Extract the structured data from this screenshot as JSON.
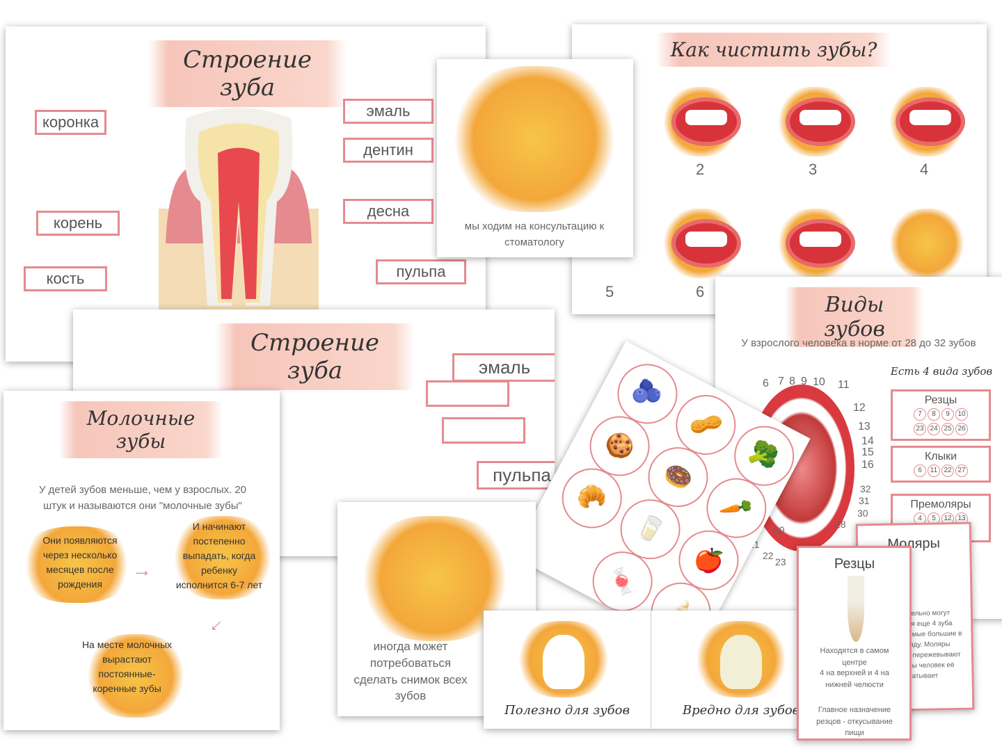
{
  "structure_card": {
    "title": "Строение зуба",
    "labels": {
      "crown": "коронка",
      "root": "корень",
      "bone": "кость",
      "enamel": "эмаль",
      "dentin": "дентин",
      "gum": "десна",
      "pulp": "пульпа"
    }
  },
  "brushing_card": {
    "title": "Как чистить зубы?",
    "steps": [
      "2",
      "3",
      "4",
      "5",
      "6"
    ]
  },
  "dentist_card": {
    "caption": "мы ходим  на консультацию к стоматологу"
  },
  "structure_card_2": {
    "title": "Строение зуба",
    "labels": {
      "enamel": "эмаль",
      "pulp": "пульпа"
    }
  },
  "types_card": {
    "title": "Виды зубов",
    "subtitle": "У взрослого человека в норме  от 28 до 32 зубов",
    "heading": "Есть 4 вида зубов",
    "tooth_numbers": [
      "6",
      "7",
      "8",
      "9",
      "10",
      "11",
      "12",
      "13",
      "14",
      "15",
      "16",
      "32",
      "31",
      "30",
      "28",
      "20",
      "21",
      "22",
      "23"
    ],
    "types": [
      {
        "name": "Резцы",
        "numbers": [
          "7",
          "8",
          "9",
          "10",
          "23",
          "24",
          "25",
          "26"
        ]
      },
      {
        "name": "Клыки",
        "numbers": [
          "6",
          "11",
          "22",
          "27"
        ]
      },
      {
        "name": "Премоляры",
        "numbers": [
          "4",
          "5",
          "12",
          "13"
        ]
      }
    ]
  },
  "milk_card": {
    "title": "Молочные зубы",
    "intro": "У детей зубов меньше, чем у взрослых. 20 штук и называются они \"молочные зубы\"",
    "step1": "Они появляются через несколько месяцев после рождения",
    "step2": "И начинают постепенно выпадать, когда ребенку исполнится 6-7 лет",
    "step3": "На месте молочных вырастают постоянные-коренные зубы"
  },
  "xray_card": {
    "caption": "иногда может потребоваться сделать снимок всех зубов"
  },
  "food_card": {
    "items": [
      "🫐",
      "🥜",
      "🍪",
      "🍩",
      "🥕",
      "🥛",
      "🥦",
      "🍎",
      "🥐",
      "🍬",
      "🍦"
    ]
  },
  "good_bad_card": {
    "good": "Полезно для зубов",
    "bad": "Вредно для зубов"
  },
  "molars_card": {
    "title": "Моляры",
    "text": "Дополнительно могут появляться еще 4 зуба мудрости. Самые большие в зубном ряду. Моляры растирают и пережевывают пищу, чтобы человек её проглатывает"
  },
  "incisors_card": {
    "title": "Резцы",
    "text1": "Находятся в самом центре",
    "text2": "4 на верхней и 4 на нижней челюсти",
    "text3": "Главное назначение резцов - откусывание пищи"
  }
}
